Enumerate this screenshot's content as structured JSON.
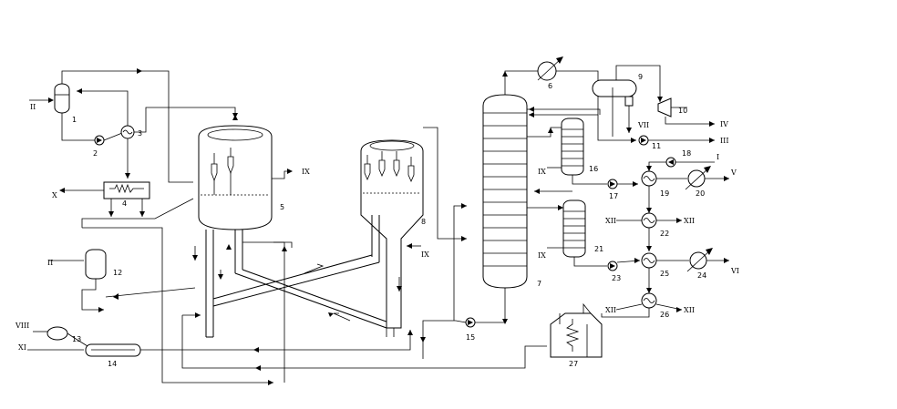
{
  "equipment_numbers": {
    "n1": "1",
    "n2": "2",
    "n3": "3",
    "n4": "4",
    "n5": "5",
    "n6": "6",
    "n7": "7",
    "n8": "8",
    "n9": "9",
    "n10": "10",
    "n11": "11",
    "n12": "12",
    "n13": "13",
    "n14": "14",
    "n15": "15",
    "n16": "16",
    "n17": "17",
    "n18": "18",
    "n19": "19",
    "n20": "20",
    "n21": "21",
    "n22": "22",
    "n23": "23",
    "n24": "24",
    "n25": "25",
    "n26": "26",
    "n27": "27"
  },
  "streams": {
    "s_II_top": "II",
    "s_II_mid": "II",
    "s_X": "X",
    "s_VIII": "VIII",
    "s_XI": "XI",
    "s_IX_reactor": "IX",
    "s_IX_regen": "IX",
    "s_IX_col16": "IX",
    "s_IX_col21": "IX",
    "s_VII": "VII",
    "s_IV": "IV",
    "s_III": "III",
    "s_I": "I",
    "s_V": "V",
    "s_XII_in1": "XII",
    "s_XII_out1": "XII",
    "s_VI": "VI",
    "s_XII_in2": "XII",
    "s_XII_out2": "XII"
  }
}
